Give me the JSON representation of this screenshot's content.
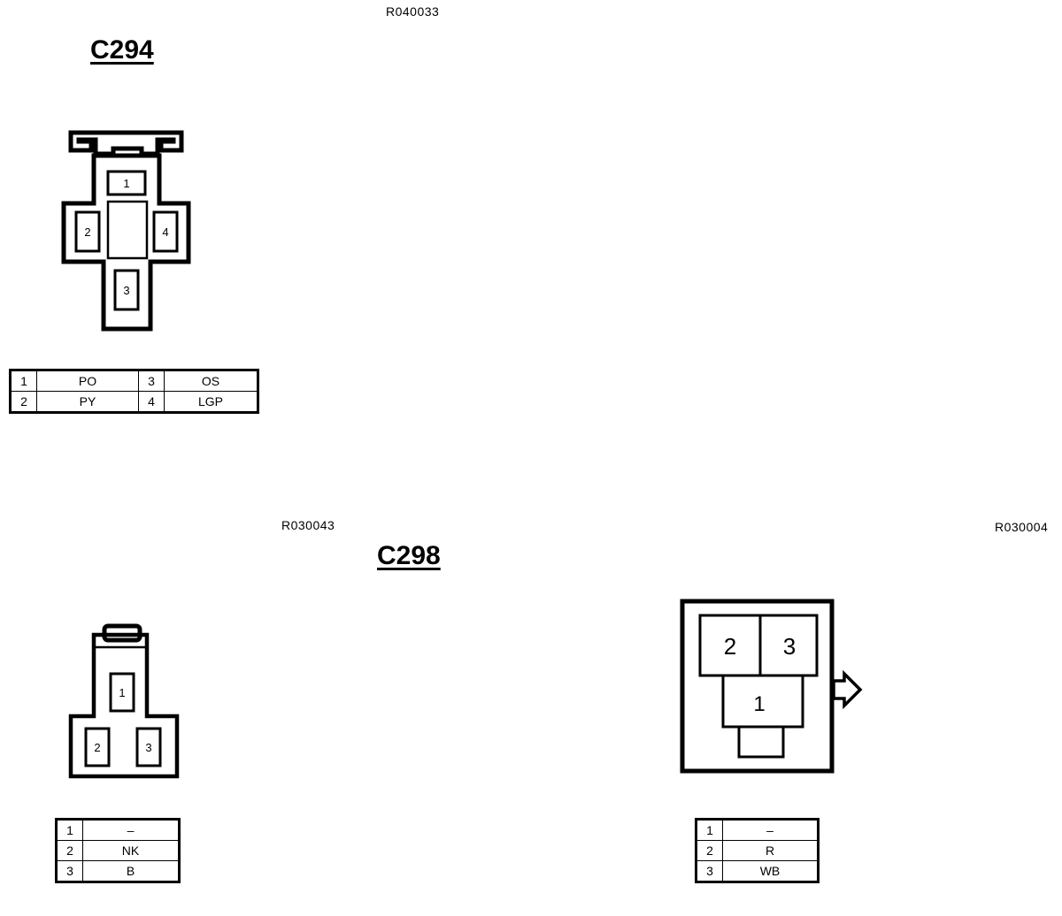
{
  "ref_c294": "R040033",
  "ref_c298_left": "R030043",
  "ref_c298_right": "R030004",
  "c294": {
    "title": "C294",
    "pins": [
      "1",
      "2",
      "3",
      "4"
    ],
    "table": [
      [
        "1",
        "PO",
        "3",
        "OS"
      ],
      [
        "2",
        "PY",
        "4",
        "LGP"
      ]
    ]
  },
  "c298": {
    "title": "C298",
    "left_pins": [
      "1",
      "2",
      "3"
    ],
    "left_table": [
      [
        "1",
        "–"
      ],
      [
        "2",
        "NK"
      ],
      [
        "3",
        "B"
      ]
    ],
    "right_pins": [
      "2",
      "3",
      "1"
    ],
    "right_table": [
      [
        "1",
        "–"
      ],
      [
        "2",
        "R"
      ],
      [
        "3",
        "WB"
      ]
    ]
  }
}
